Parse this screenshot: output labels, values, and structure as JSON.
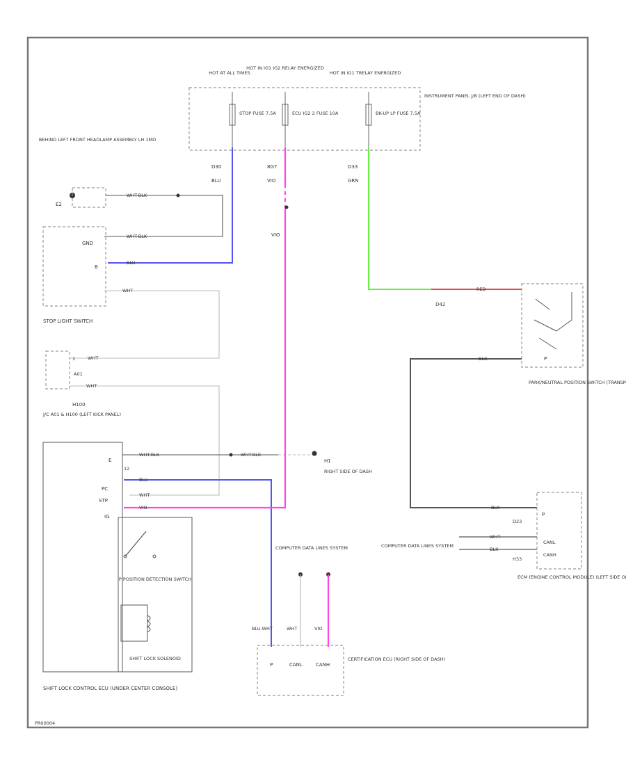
{
  "colors": {
    "blue": "#5555ee",
    "magenta": "#ff44ee",
    "green": "#66ee44",
    "red": "#ee4444",
    "black": "#555555",
    "white": "#bbbbbb"
  },
  "power": {
    "hot_at_all_times": "HOT AT ALL TIMES",
    "hot_ig2": "HOT IN IG1 IG2 RELAY ENERGIZED",
    "hot_ig1": "HOT IN IG1 TRELAY ENERGIZED",
    "fuse_stop": "STOP FUSE 7.5A",
    "fuse_ecu_ig2": "ECU IG2 2 FUSE 10A",
    "fuse_bkup": "BK-UP LP FUSE 7.5A",
    "instrument_panel": "INSTRUMENT PANEL J/B (LEFT END OF DASH)"
  },
  "connectors": {
    "c10": "D30",
    "c6": "8G7",
    "c5": "D33",
    "d42": "D42"
  },
  "wires": {
    "blu": "BLU",
    "vio": "VIO",
    "grn": "GRN",
    "red": "RED",
    "blk": "BLK",
    "wht": "WHT",
    "wht_blk": "WHT-BLK",
    "blu_wht": "BLU-WHT"
  },
  "ground_e2": {
    "label": "E2",
    "location": "BEHIND LEFT FRONT HEADLAMP ASSEMBLY LH 1MD"
  },
  "stop_light_switch": {
    "name": "STOP LIGHT SWITCH",
    "pin_gnd": "GND",
    "pin_b": "B"
  },
  "splice": {
    "pin_1": "1",
    "connector": "A01",
    "name": "H100",
    "location": "J/C A01 & H100 (LEFT KICK PANEL)"
  },
  "ground_h1": {
    "label": "H1",
    "location": "RIGHT SIDE OF DASH"
  },
  "shift_lock": {
    "name": "SHIFT LOCK CONTROL ECU (UNDER CENTER CONSOLE)",
    "pin_e": "E",
    "pin_pc": "PC",
    "pin_stp": "STP",
    "pin_ig": "IG",
    "num_12": "12",
    "detection": "P POSITION DETECTION SWITCH",
    "solenoid": "SHIFT LOCK SOLENOID"
  },
  "park_neutral": {
    "name": "PARK/NEUTRAL POSITION SWITCH (TRANSMISSION ASSEMBLY)",
    "pin_p": "P"
  },
  "ecm": {
    "name": "ECM (ENGINE CONTROL MODULE) (LEFT SIDE OF ENGINE COMPT)",
    "conn1": "D23",
    "conn2": "H33",
    "pin_p": "P",
    "pin_canl": "CANL",
    "pin_canh": "CANH"
  },
  "data_lines": {
    "left": "COMPUTER DATA LINES SYSTEM",
    "center": "COMPUTER DATA LINES SYSTEM"
  },
  "cert_ecu": {
    "name": "CERTIFICATION ECU (RIGHT SIDE OF DASH)",
    "pin_p": "P",
    "pin_canl": "CANL",
    "pin_canh": "CANH"
  },
  "footer": {
    "code": "PR00004"
  }
}
